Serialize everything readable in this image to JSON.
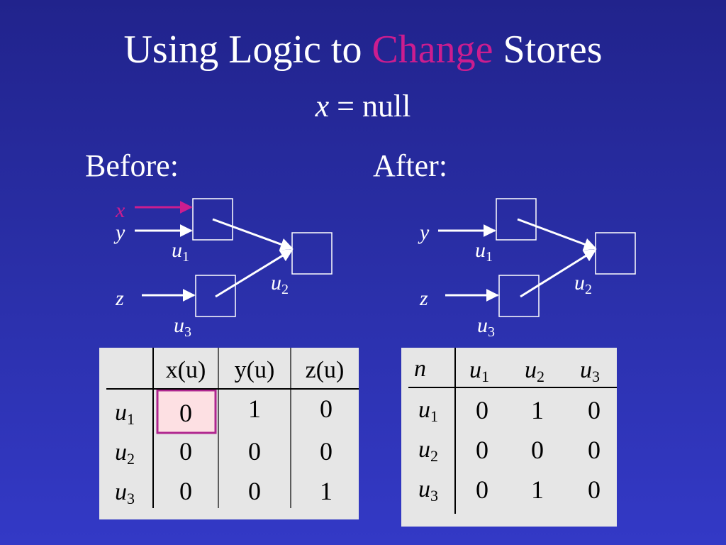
{
  "title": {
    "part1": "Using Logic to ",
    "accent": "Change",
    "part2": " Stores"
  },
  "subtitle": {
    "var": "x",
    "rest": " = null"
  },
  "labels": {
    "before": "Before:",
    "after": "After:"
  },
  "before_graph": {
    "vars": {
      "x": "x",
      "y": "y",
      "z": "z"
    },
    "nodes": {
      "u1": {
        "base": "u",
        "sub": "1"
      },
      "u2": {
        "base": "u",
        "sub": "2"
      },
      "u3": {
        "base": "u",
        "sub": "3"
      }
    }
  },
  "after_graph": {
    "vars": {
      "y": "y",
      "z": "z"
    },
    "nodes": {
      "u1": {
        "base": "u",
        "sub": "1"
      },
      "u2": {
        "base": "u",
        "sub": "2"
      },
      "u3": {
        "base": "u",
        "sub": "3"
      }
    }
  },
  "before_table": {
    "headers": [
      "x(u)",
      "y(u)",
      "z(u)"
    ],
    "rows": [
      {
        "label": {
          "base": "u",
          "sub": "1"
        },
        "values": [
          "0",
          "1",
          "0"
        ]
      },
      {
        "label": {
          "base": "u",
          "sub": "2"
        },
        "values": [
          "0",
          "0",
          "0"
        ]
      },
      {
        "label": {
          "base": "u",
          "sub": "3"
        },
        "values": [
          "0",
          "0",
          "1"
        ]
      }
    ],
    "highlight": {
      "row": 0,
      "col": 0
    }
  },
  "after_table": {
    "corner": "n",
    "headers": [
      {
        "base": "u",
        "sub": "1"
      },
      {
        "base": "u",
        "sub": "2"
      },
      {
        "base": "u",
        "sub": "3"
      }
    ],
    "rows": [
      {
        "label": {
          "base": "u",
          "sub": "1"
        },
        "values": [
          "0",
          "1",
          "0"
        ]
      },
      {
        "label": {
          "base": "u",
          "sub": "2"
        },
        "values": [
          "0",
          "0",
          "0"
        ]
      },
      {
        "label": {
          "base": "u",
          "sub": "3"
        },
        "values": [
          "0",
          "1",
          "0"
        ]
      }
    ]
  },
  "colors": {
    "accent": "#cc1d8f",
    "highlight_fill": "#fde0e3",
    "highlight_border": "#b0268f",
    "panel": "#e6e6e6"
  }
}
